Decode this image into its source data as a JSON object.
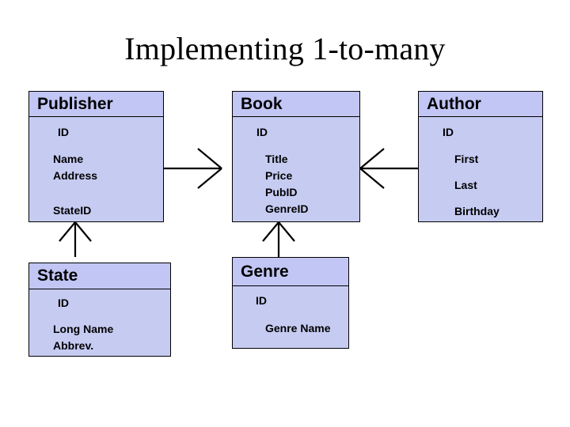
{
  "title": "Implementing 1-to-many",
  "colors": {
    "entity_fill": "#c6cbf2",
    "header_fill": "#c2c6f5",
    "border": "#000000",
    "text": "#000000",
    "background": "#ffffff"
  },
  "entities": [
    {
      "name": "Publisher",
      "fields": [
        "ID",
        "Name",
        "Address",
        "StateID"
      ]
    },
    {
      "name": "Book",
      "fields": [
        "ID",
        "Title",
        "Price",
        "PubID",
        "GenreID"
      ]
    },
    {
      "name": "Author",
      "fields": [
        "ID",
        "First",
        "Last",
        "Birthday"
      ]
    },
    {
      "name": "State",
      "fields": [
        "ID",
        "Long Name",
        "Abbrev."
      ]
    },
    {
      "name": "Genre",
      "fields": [
        "ID",
        "Genre Name"
      ]
    }
  ]
}
